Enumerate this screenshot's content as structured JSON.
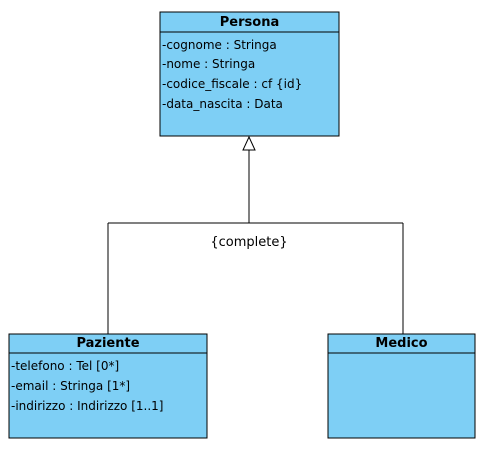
{
  "classes": {
    "persona": {
      "name": "Persona",
      "attributes": [
        "-cognome : Stringa",
        "-nome : Stringa",
        "-codice_fiscale : cf {id}",
        "-data_nascita : Data"
      ]
    },
    "paziente": {
      "name": "Paziente",
      "attributes": [
        "-telefono : Tel [0*]",
        "-email : Stringa [1*]",
        "-indirizzo : Indirizzo [1..1]"
      ]
    },
    "medico": {
      "name": "Medico",
      "attributes": []
    }
  },
  "generalization": {
    "constraint": "{complete}"
  },
  "colors": {
    "class_fill": "#7ecff5",
    "stroke": "#000000"
  }
}
